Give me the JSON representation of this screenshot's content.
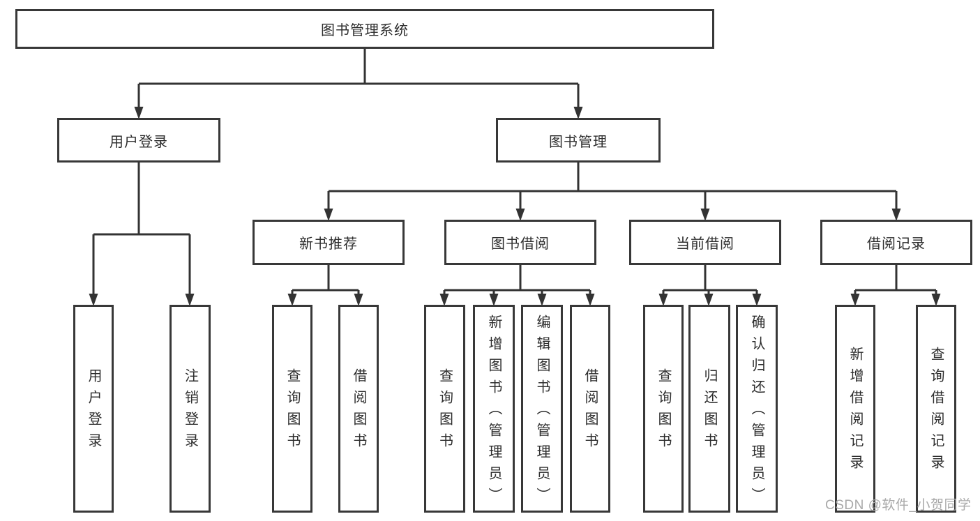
{
  "diagram": {
    "root": {
      "label": "图书管理系统"
    },
    "branches": [
      {
        "label": "用户登录",
        "children": [
          "用户登录",
          "注销登录"
        ]
      },
      {
        "label": "图书管理",
        "sections": [
          {
            "label": "新书推荐",
            "children": [
              "查询图书",
              "借阅图书"
            ]
          },
          {
            "label": "图书借阅",
            "children": [
              "查询图书",
              "新增图书（管理员）",
              "编辑图书（管理员）",
              "借阅图书"
            ]
          },
          {
            "label": "当前借阅",
            "children": [
              "查询图书",
              "归还图书",
              "确认归还（管理员）"
            ]
          },
          {
            "label": "借阅记录",
            "children": [
              "新增借阅记录",
              "查询借阅记录"
            ]
          }
        ]
      }
    ],
    "colors": {
      "line": "#333333",
      "box_border": "#383838",
      "text": "#2d2d2d",
      "watermark": "#a9a9a9",
      "background": "#ffffff"
    }
  },
  "watermark": {
    "text": "CSDN @软件_小贺同学"
  }
}
